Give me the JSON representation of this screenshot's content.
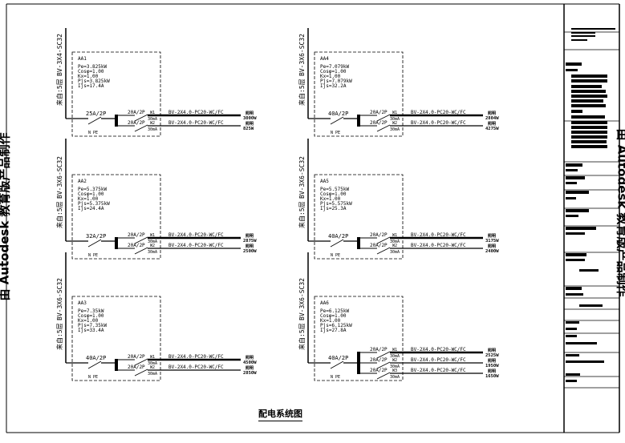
{
  "drawing_title": "配电系统图",
  "watermark": "由 Autodesk 教育版产品制作",
  "panels": [
    {
      "name": "AA1",
      "source": "来自:5层",
      "feeder": "BV-3X4-SC32",
      "params": [
        "Pe=3.825kW",
        "Cosφ=1.00",
        "Kx=1.00",
        "Pjs=3.825kW",
        "Ijs=17.4A"
      ],
      "main_breaker": "25A/2P",
      "ground": "N PE",
      "circuits": [
        {
          "breaker": "20A/2P",
          "rcd": "30mA",
          "id": "W1",
          "cable": "BV-2X4.0-PC20-WC/FC",
          "load": "照明",
          "power": "3000W"
        },
        {
          "breaker": "20A/2P",
          "rcd": "30mA",
          "id": "W2",
          "cable": "BV-2X4.0-PC20-WC/FC",
          "load": "照明",
          "power": "825W"
        }
      ]
    },
    {
      "name": "AA4",
      "source": "来自:5层",
      "feeder": "BV-3X6-SC32",
      "params": [
        "Pe=7.079kW",
        "Cosφ=1.00",
        "Kx=1.00",
        "Pjs=7.079kW",
        "Ijs=32.2A"
      ],
      "main_breaker": "40A/2P",
      "ground": "N PE",
      "circuits": [
        {
          "breaker": "20A/2P",
          "rcd": "30mA",
          "id": "W1",
          "cable": "BV-2X4.0-PC20-WC/FC",
          "load": "照明",
          "power": "2804W"
        },
        {
          "breaker": "20A/2P",
          "rcd": "30mA",
          "id": "W2",
          "cable": "BV-2X4.0-PC20-WC/FC",
          "load": "照明",
          "power": "4275W"
        }
      ]
    },
    {
      "name": "AA2",
      "source": "来自:5层",
      "feeder": "BV-3X6-SC32",
      "params": [
        "Pe=5.375kW",
        "Cosφ=1.00",
        "Kx=1.00",
        "Pjs=5.375kW",
        "Ijs=24.4A"
      ],
      "main_breaker": "32A/2P",
      "ground": "N PE",
      "circuits": [
        {
          "breaker": "20A/2P",
          "rcd": "30mA",
          "id": "W1",
          "cable": "BV-2X4.0-PC20-WC/FC",
          "load": "照明",
          "power": "2875W"
        },
        {
          "breaker": "20A/2P",
          "rcd": "30mA",
          "id": "W2",
          "cable": "BV-2X4.0-PC20-WC/FC",
          "load": "照明",
          "power": "2500W"
        }
      ]
    },
    {
      "name": "AA5",
      "source": "来自:5层",
      "feeder": "BV-3X6-SC32",
      "params": [
        "Pe=5.575kW",
        "Cosφ=1.00",
        "Kx=1.00",
        "Pjs=5.575kW",
        "Ijs=25.3A"
      ],
      "main_breaker": "40A/2P",
      "ground": "N PE",
      "circuits": [
        {
          "breaker": "20A/2P",
          "rcd": "30mA",
          "id": "W1",
          "cable": "BV-2X4.0-PC20-WC/FC",
          "load": "照明",
          "power": "3175W"
        },
        {
          "breaker": "20A/2P",
          "rcd": "30mA",
          "id": "W2",
          "cable": "BV-2X4.0-PC20-WC/FC",
          "load": "照明",
          "power": "2400W"
        }
      ]
    },
    {
      "name": "AA3",
      "source": "来自:5层",
      "feeder": "BV-3X6-SC32",
      "params": [
        "Pe=7.35kW",
        "Cosφ=1.00",
        "Kx=1.00",
        "Pjs=7.35kW",
        "Ijs=33.4A"
      ],
      "main_breaker": "40A/2P",
      "ground": "N PE",
      "circuits": [
        {
          "breaker": "20A/2P",
          "rcd": "30mA",
          "id": "W1",
          "cable": "BV-2X4.0-PC20-WC/FC",
          "load": "照明",
          "power": "4500W"
        },
        {
          "breaker": "20A/2P",
          "rcd": "30mA",
          "id": "W2",
          "cable": "BV-2X4.0-PC20-WC/FC",
          "load": "照明",
          "power": "2850W"
        }
      ]
    },
    {
      "name": "AA6",
      "source": "来自:5层",
      "feeder": "BV-3X6-SC32",
      "params": [
        "Pe=6.125kW",
        "Cosφ=1.00",
        "Kx=1.00",
        "Pjs=6.125kW",
        "Ijs=27.8A"
      ],
      "main_breaker": "40A/2P",
      "ground": "N PE",
      "circuits": [
        {
          "breaker": "20A/2P",
          "rcd": "30mA",
          "id": "W1",
          "cable": "BV-2X4.0-PC20-WC/FC",
          "load": "照明",
          "power": "2525W"
        },
        {
          "breaker": "20A/2P",
          "rcd": "30mA",
          "id": "W2",
          "cable": "BV-2X4.0-PC20-WC/FC",
          "load": "照明",
          "power": "1950W"
        },
        {
          "breaker": "20A/2P",
          "rcd": "30mA",
          "id": "W3",
          "cable": "BV-2X4.0-PC20-WC/FC",
          "load": "照明",
          "power": "1650W"
        }
      ]
    }
  ]
}
